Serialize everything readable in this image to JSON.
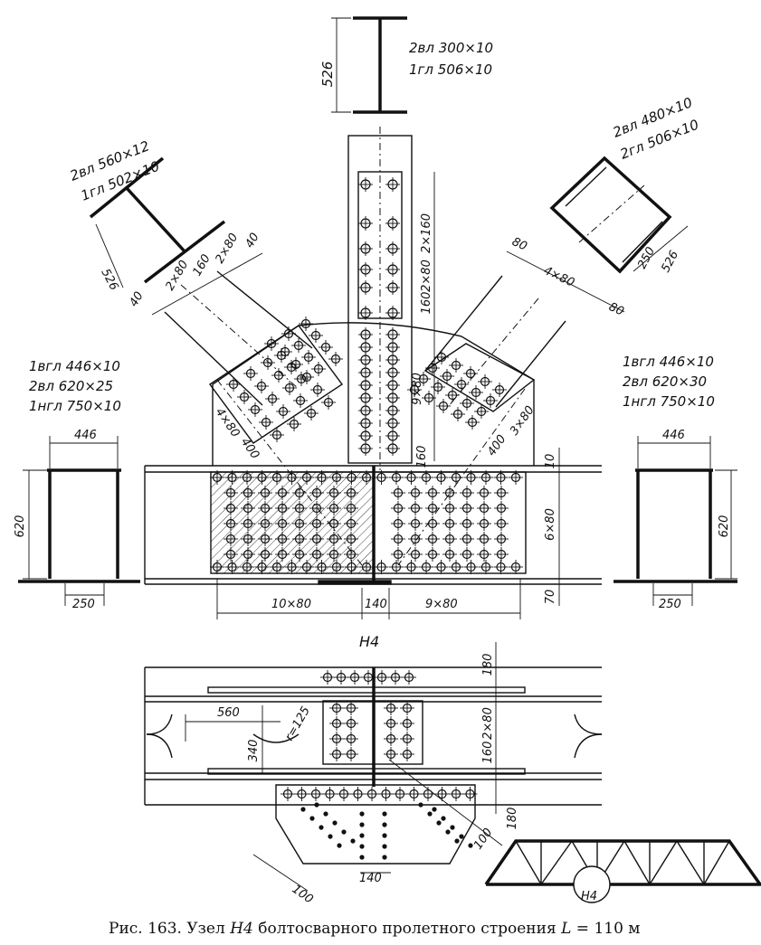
{
  "labels": {
    "top_section_line1": "2вл 300×10",
    "top_section_line2": "1гл 506×10",
    "top_section_height": "526",
    "left_diag_line1": "2вл 560×12",
    "left_diag_line2": "1гл 502×10",
    "left_diag_height": "526",
    "right_diag_line1": "2вл 480×10",
    "right_diag_line2": "2гл 506×10",
    "right_diag_height": "526",
    "right_diag_inner": "250",
    "left_chord_line1": "1вгл 446×10",
    "left_chord_line2": "2вл 620×25",
    "left_chord_line3": "1нгл 750×10",
    "right_chord_line1": "1вгл 446×10",
    "right_chord_line2": "2вл 620×30",
    "right_chord_line3": "1нгл 750×10",
    "left_box_width": "446",
    "left_box_height": "620",
    "left_box_bottom": "250",
    "right_box_width": "446",
    "right_box_height": "620",
    "right_box_bottom": "250"
  },
  "dimensions": {
    "vert_2x160": "2×160",
    "vert_2x80": "2×80",
    "vert_160a": "160",
    "vert_9x80": "9×80",
    "vert_160b": "160",
    "left_40a": "40",
    "left_2x80a": "2×80",
    "left_160": "160",
    "left_2x80b": "2×80",
    "left_40b": "40",
    "left_4x80": "4×80",
    "left_400": "400",
    "right_80a": "80",
    "right_4x80": "4×80",
    "right_80b": "80",
    "right_400": "400",
    "right_3x80": "3×80",
    "chord_10": "10",
    "chord_6x80": "6×80",
    "chord_70": "70",
    "bottom_10x80": "10×80",
    "bottom_140": "140",
    "bottom_9x80": "9×80"
  },
  "plan": {
    "node_label": "Н4",
    "dim_560": "560",
    "dim_r125": "r=125",
    "dim_340": "340",
    "dim_180a": "180",
    "dim_2x80": "2×80",
    "dim_160": "160",
    "dim_180b": "180",
    "dim_100a": "100",
    "dim_100b": "100",
    "dim_140": "140"
  },
  "truss": {
    "node_mark": "Н4"
  },
  "caption": {
    "prefix": "Рис. 163. Узел ",
    "node": "Н4",
    "middle": " болтосварного пролетного строения ",
    "span_var": "L",
    "span_value": " = 110 м"
  }
}
